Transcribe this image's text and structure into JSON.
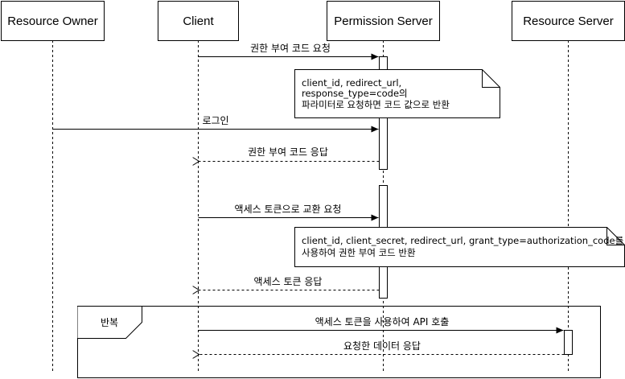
{
  "participants": {
    "resource_owner": "Resource Owner",
    "client": "Client",
    "permission_server": "Permission Server",
    "resource_server": "Resource Server"
  },
  "messages": {
    "m1": "권한 부여 코드 요청",
    "m2": "로그인",
    "m3": "권한 부여 코드 응답",
    "m4": "액세스 토큰으로 교환 요청",
    "m5": "액세스 토큰 응답",
    "m6": "액세스 토큰을 사용하여 API 호출",
    "m7": "요청한 데이터 응답"
  },
  "notes": {
    "note1": [
      "client_id, redirect_url,",
      "response_type=code의",
      "파라미터로 요청하면 코드 값으로 반환"
    ],
    "note2": [
      "client_id, client_secret, redirect_url, grant_type=authorization_code를",
      "사용하여 권한 부여 코드 반환"
    ]
  },
  "loop": {
    "label": "반복"
  }
}
